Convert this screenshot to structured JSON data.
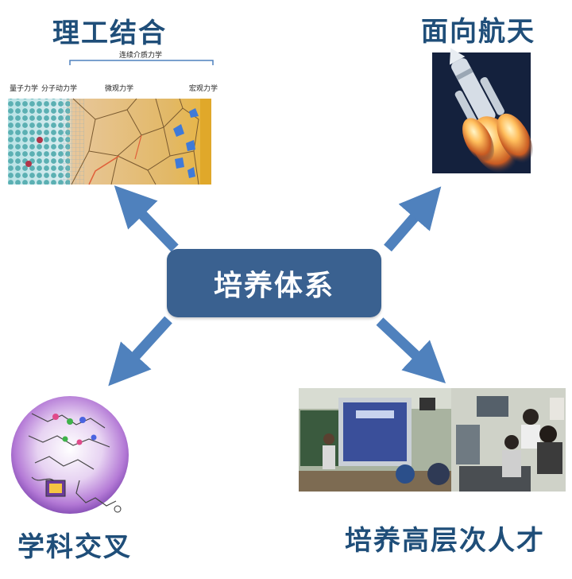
{
  "center_label": "培养体系",
  "nodes": {
    "top_left": {
      "title": "理工结合"
    },
    "top_right": {
      "title": "面向航天"
    },
    "bottom_left": {
      "title": "学科交叉"
    },
    "bottom_right": {
      "title": "培养高层次人才"
    }
  },
  "mechanics_figure": {
    "bracket_label": "连续介质力学",
    "labels": [
      "量子力学",
      "分子动力学",
      "微观力学",
      "宏观力学"
    ]
  },
  "colors": {
    "title_text": "#1f4e79",
    "center_box": "#3a6190",
    "arrow": "#4f81bd"
  }
}
